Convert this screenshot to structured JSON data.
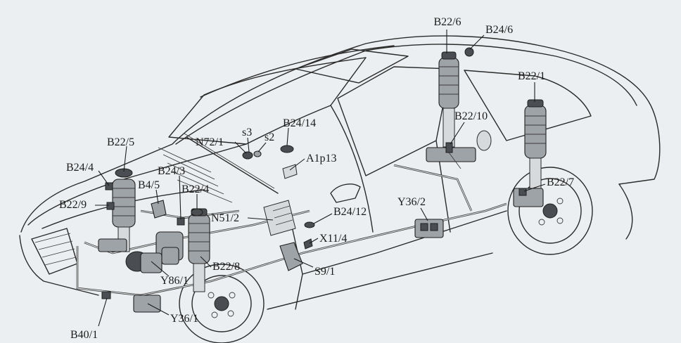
{
  "labels": {
    "B22_6": "B22/6",
    "B24_6": "B24/6",
    "B22_1": "B22/1",
    "B22_10": "B22/10",
    "B22_7": "B22/7",
    "Y36_2": "Y36/2",
    "B24_12": "B24/12",
    "X11_4": "X11/4",
    "S9_1": "S9/1",
    "N51_2": "N51/2",
    "B22_8": "B22/8",
    "Y86_1": "Y86/1",
    "Y36_1": "Y36/1",
    "B40_1": "B40/1",
    "B22_5": "B22/5",
    "B24_4": "B24/4",
    "B4_5": "B4/5",
    "B22_9": "B22/9",
    "B24_3": "B24/3",
    "B22_4": "B22/4",
    "N72_1": "N72/1",
    "s3": "s3",
    "s2": "s2",
    "B24_14": "B24/14",
    "A1p13": "A1p13"
  }
}
